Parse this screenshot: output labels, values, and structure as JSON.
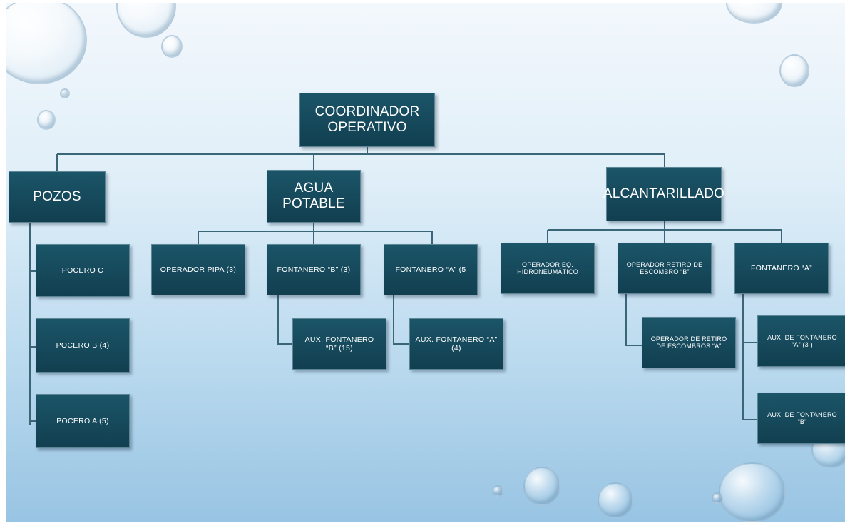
{
  "diagram": {
    "root": "COORDINADOR\nOPERATIVO",
    "departments": [
      "POZOS",
      "AGUA POTABLE",
      "ALCANTARILLADO"
    ],
    "pozos": [
      "POCERO C",
      "POCERO B (4)",
      "POCERO A (5)"
    ],
    "agua_potable": [
      "OPERADOR PIPA (3)",
      "FONTANERO “B” (3)",
      "FONTANERO “A” (5"
    ],
    "agua_potable_aux": [
      "AUX. FONTANERO\n“B” (15)",
      "AUX. FONTANERO “A”\n(4)"
    ],
    "alcantarillado": [
      "OPERADOR EQ.\nHIDRONEUMÁTICO",
      "OPERADOR RETIRO DE\nESCOMBRO “B”",
      "FONTANERO “A”"
    ],
    "alcantarillado_aux": [
      "OPERADOR DE RETIRO\nDE ESCOMBROS “A”",
      "AUX. DE FONTANERO\n“A” (3 )",
      "AUX. DE FONTANERO\n“B”"
    ]
  }
}
